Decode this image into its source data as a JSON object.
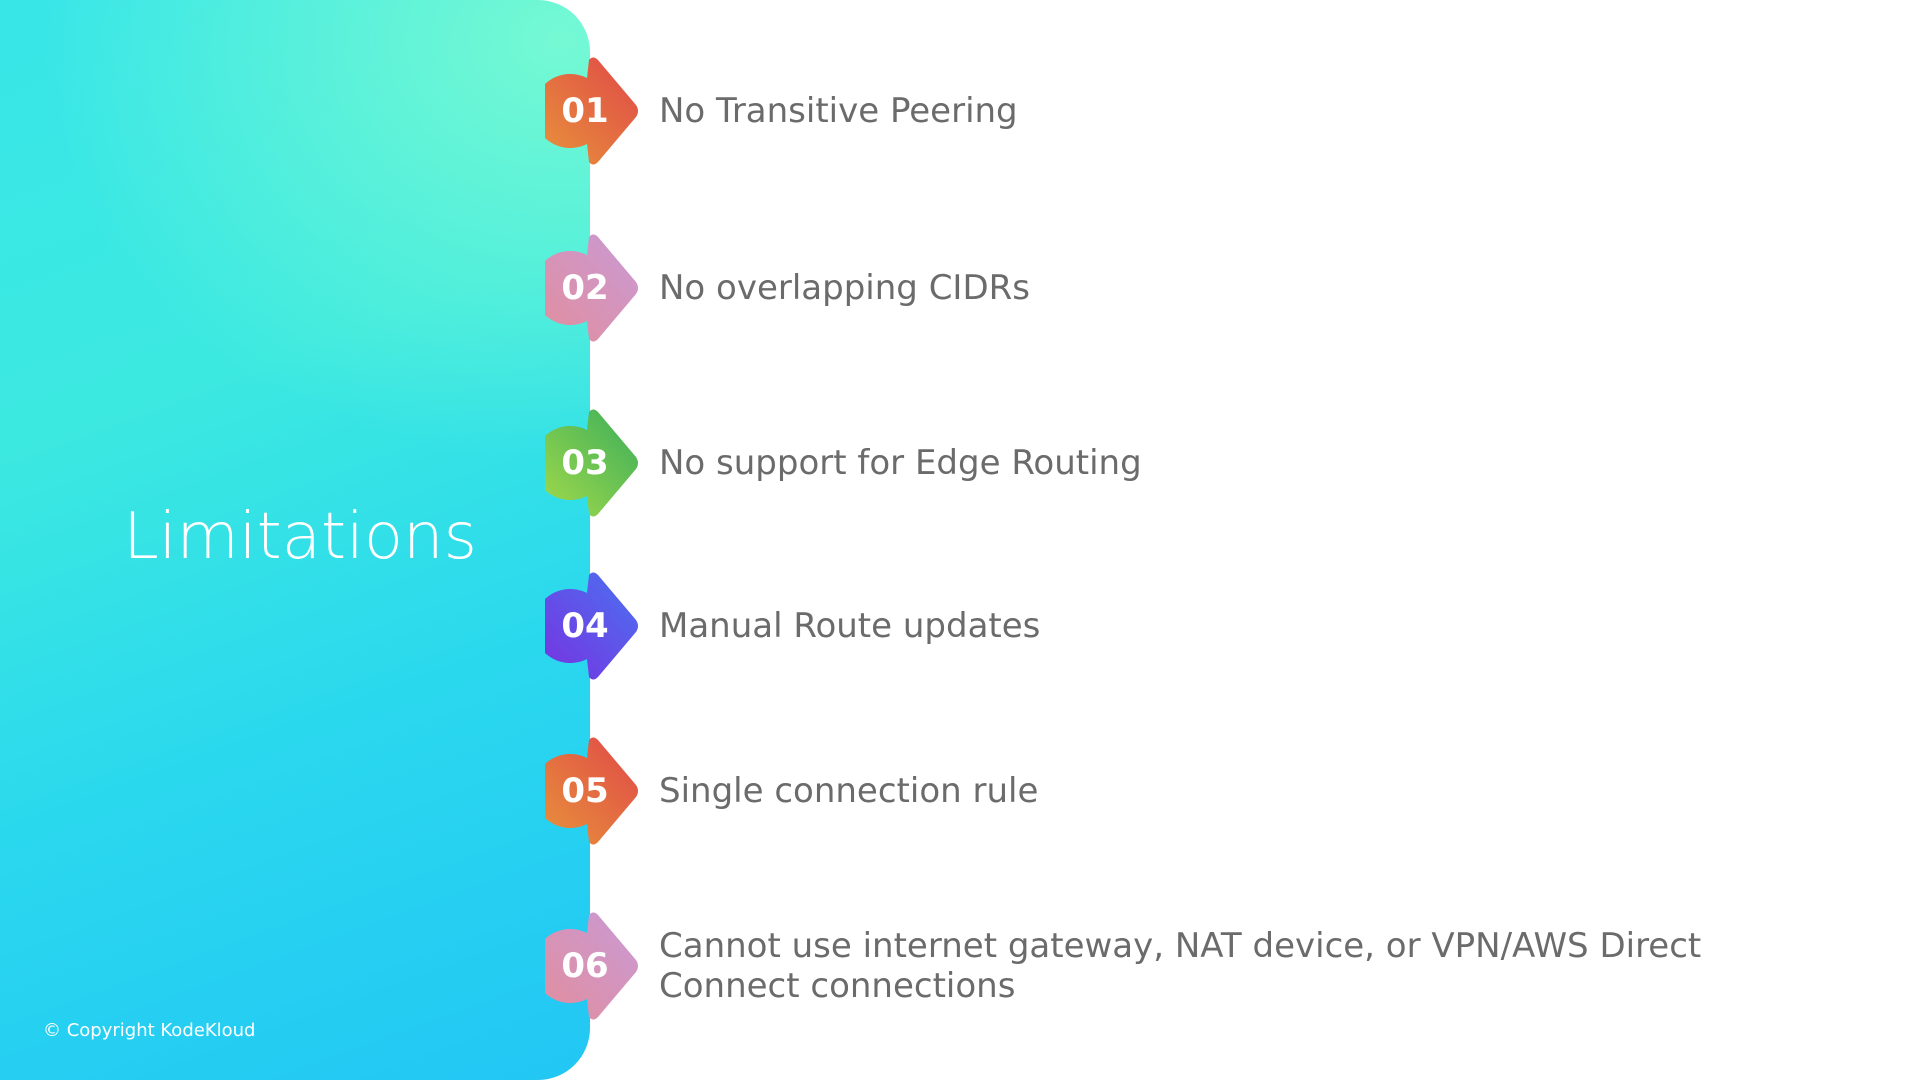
{
  "title": "Limitations",
  "copyright": "© Copyright KodeKloud",
  "items": [
    {
      "number": "01",
      "text": "No Transitive Peering",
      "colors": [
        "#e04848",
        "#e8963a"
      ]
    },
    {
      "number": "02",
      "text": "No overlapping CIDRs",
      "colors": [
        "#c99ad6",
        "#e38d9a"
      ]
    },
    {
      "number": "03",
      "text": "No support for Edge Routing",
      "colors": [
        "#3aae5a",
        "#a8dc4a"
      ]
    },
    {
      "number": "04",
      "text": "Manual Route updates",
      "colors": [
        "#4a72f0",
        "#7a2fe0"
      ]
    },
    {
      "number": "05",
      "text": "Single connection rule",
      "colors": [
        "#e04848",
        "#e8963a"
      ]
    },
    {
      "number": "06",
      "text": "Cannot use internet gateway, NAT device, or VPN/AWS Direct Connect connections",
      "colors": [
        "#c99ad6",
        "#e38d9a"
      ]
    }
  ]
}
